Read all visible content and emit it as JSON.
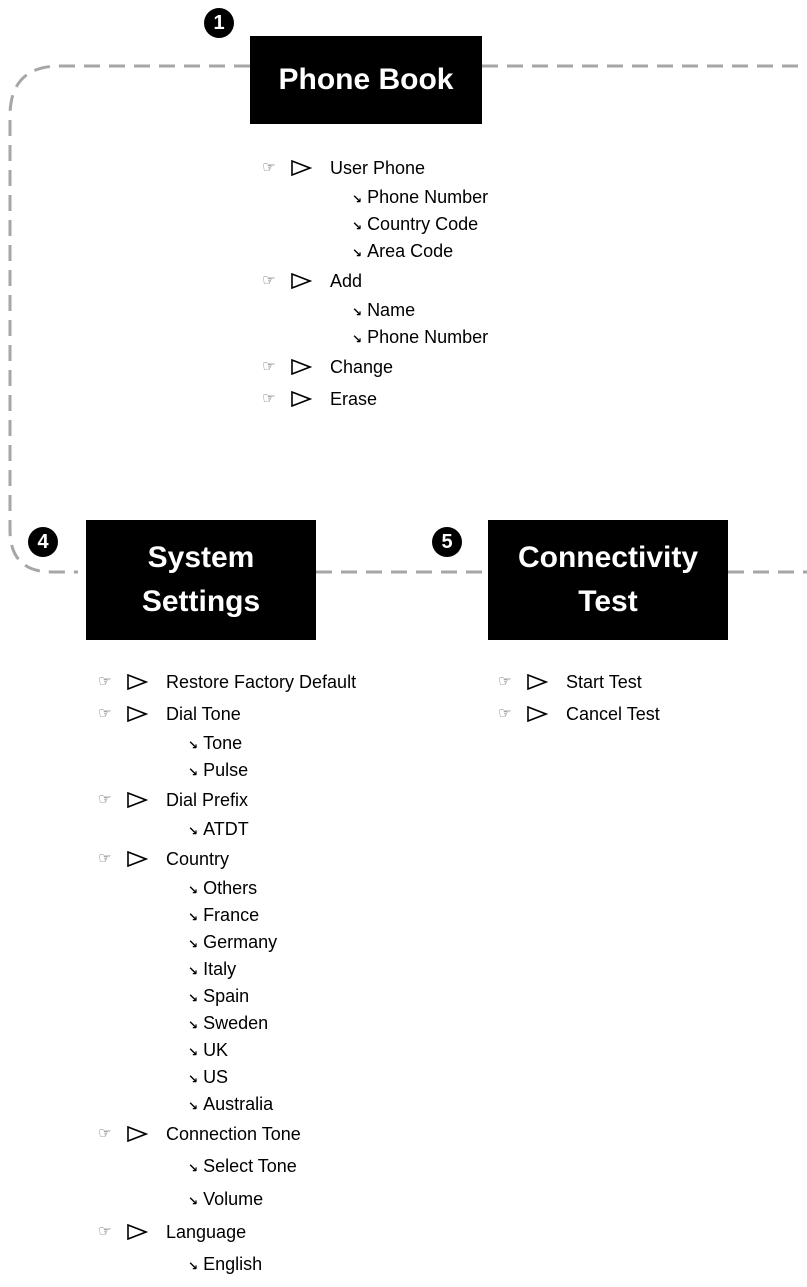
{
  "badges": {
    "phonebook": "1",
    "system": "4",
    "connectivity": "5"
  },
  "titles": {
    "phonebook": "Phone Book",
    "system_line1": "System",
    "system_line2": "Settings",
    "connectivity_line1": "Connectivity",
    "connectivity_line2": "Test"
  },
  "icons": {
    "pointer": "hand-pointing-icon",
    "triangle": "triangle-right-icon",
    "arrow": "arrow-down-right-icon"
  },
  "phonebook": {
    "items": [
      {
        "label": "User Phone",
        "subs": [
          "Phone Number",
          "Country Code",
          "Area Code"
        ]
      },
      {
        "label": "Add",
        "subs": [
          "Name",
          "Phone Number"
        ]
      },
      {
        "label": "Change",
        "subs": []
      },
      {
        "label": "Erase",
        "subs": []
      }
    ]
  },
  "system": {
    "items": [
      {
        "label": "Restore Factory Default",
        "subs": []
      },
      {
        "label": "Dial Tone",
        "subs": [
          "Tone",
          "Pulse"
        ]
      },
      {
        "label": "Dial Prefix",
        "subs": [
          "ATDT"
        ]
      },
      {
        "label": "Country",
        "subs": [
          "Others",
          "France",
          "Germany",
          "Italy",
          "Spain",
          "Sweden",
          "UK",
          "US",
          "Australia"
        ]
      },
      {
        "label": "Connection Tone",
        "subs": [
          "Select Tone",
          "Volume"
        ]
      },
      {
        "label": "Language",
        "subs": [
          "English"
        ]
      }
    ]
  },
  "connectivity": {
    "items": [
      {
        "label": "Start Test",
        "subs": []
      },
      {
        "label": "Cancel Test",
        "subs": []
      }
    ]
  }
}
